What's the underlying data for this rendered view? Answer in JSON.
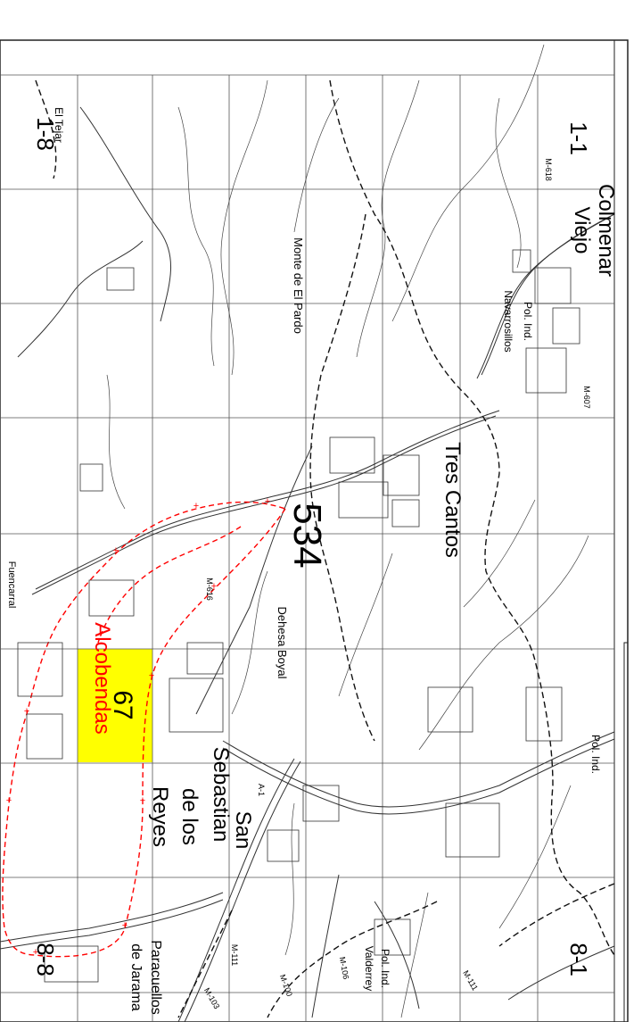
{
  "map": {
    "sheet_number": "534",
    "corner_labels": {
      "top_right": "1-1",
      "top_left": "1-8",
      "bottom_right": "8-1",
      "bottom_left": "8-8"
    },
    "highlight_cell_label": "67",
    "highlight_color": "#ffff00",
    "boundary_color": "#ff0000",
    "towns": {
      "colmenar": "Colmenar",
      "viejo": "Viejo",
      "tres_cantos": "Tres Cantos",
      "san": "San",
      "sebastian": "Sebastian",
      "de_los": "de los",
      "reyes": "Reyes",
      "alcobendas": "Alcobendas",
      "paracuellos": "Paracuellos",
      "de_jarama": "de Jarama"
    },
    "places": {
      "el_tejar": "El Tejar",
      "monte_el_pardo": "Monte   de   El   Pardo",
      "pol_ind_navarrosillos_1": "Pol. Ind.",
      "pol_ind_navarrosillos_2": "Navarrosillos",
      "dehesa_boyal": "Dehesa Boyal",
      "pol_ind_right": "Pol. Ind.",
      "pol_ind_valderrey_1": "Pol. Ind.",
      "pol_ind_valderrey_2": "Valderrey",
      "fuencarral": "Fuencarral"
    },
    "roads": {
      "m618": "M-618",
      "m607": "M-607",
      "m616": "M-616",
      "a1": "A-1",
      "m111_a": "M-111",
      "m111_b": "M-111",
      "m100": "M-100",
      "m103": "M-103",
      "m106": "M-106"
    }
  }
}
